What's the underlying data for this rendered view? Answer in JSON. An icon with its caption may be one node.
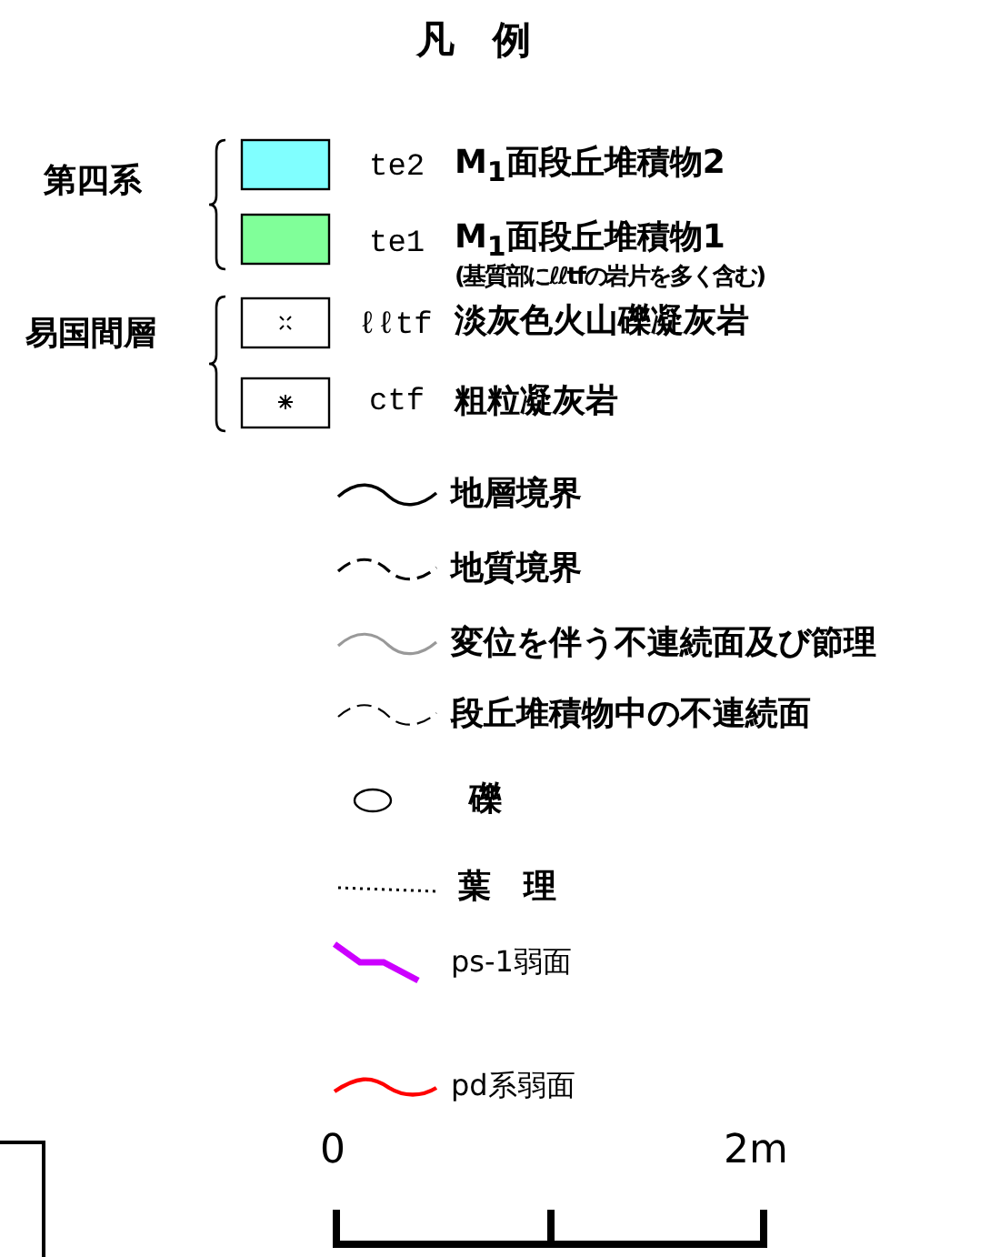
{
  "diagram": {
    "title": "凡　例",
    "labels": [
      "第四系",
      "te2",
      "te1",
      "(基質部にℓℓtfの岩片を多く含む)",
      "易国間層",
      "ℓℓtf",
      "ctf",
      "0",
      "2m"
    ],
    "legend": [
      {
        "text": "M$_{1}$面段丘堆積物2",
        "color": "#80ffff"
      },
      {
        "text": "M$_{1}$面段丘堆積物1",
        "color": "#80ff99"
      },
      {
        "text": "淡灰色火山礫凝灰岩"
      },
      {
        "text": "粗粒凝灰岩"
      },
      {
        "text": "地層境界"
      },
      {
        "text": "地質境界"
      },
      {
        "text": "変位を伴う不連続面及び節理"
      },
      {
        "text": "段丘堆積物中の不連続面"
      },
      {
        "text": "礫"
      },
      {
        "text": "葉　理"
      },
      {
        "text": "ps-1弱面"
      },
      {
        "text": "pd系弱面"
      }
    ]
  }
}
